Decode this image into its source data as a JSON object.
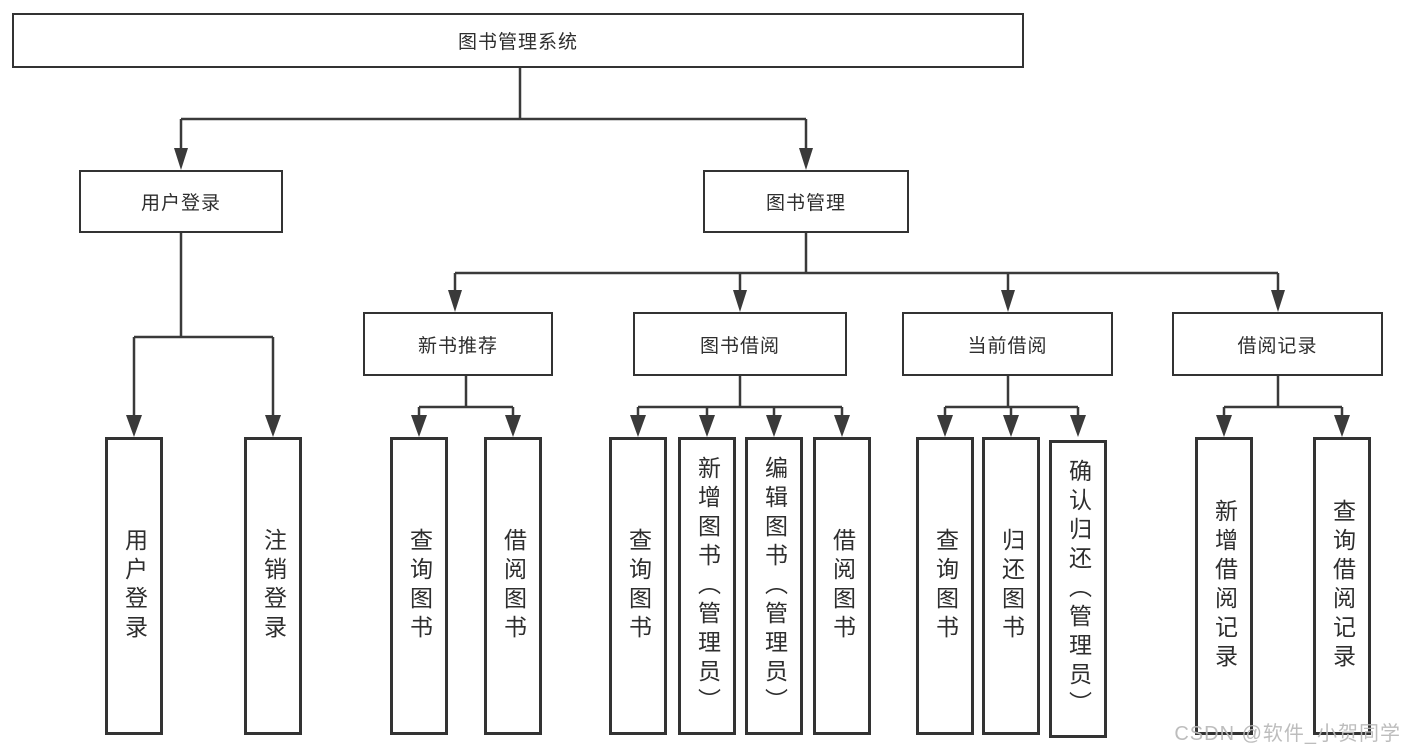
{
  "colors": {
    "line": "#3a3a3a",
    "box_border": "#333333",
    "box_fill": "#ffffff",
    "text": "#2e2e2e",
    "watermark": "#b9b9b9"
  },
  "watermark": {
    "text": "CSDN @软件_小贺同学"
  },
  "tree": {
    "root": {
      "label": "图书管理系统"
    },
    "branches": [
      {
        "label": "用户登录",
        "children": [
          {
            "label": "用户登录"
          },
          {
            "label": "注销登录"
          }
        ]
      },
      {
        "label": "图书管理",
        "children": [
          {
            "label": "新书推荐",
            "children": [
              {
                "label": "查询图书"
              },
              {
                "label": "借阅图书"
              }
            ]
          },
          {
            "label": "图书借阅",
            "children": [
              {
                "label": "查询图书"
              },
              {
                "label": "新增图书（管理员）"
              },
              {
                "label": "编辑图书（管理员）"
              },
              {
                "label": "借阅图书"
              }
            ]
          },
          {
            "label": "当前借阅",
            "children": [
              {
                "label": "查询图书"
              },
              {
                "label": "归还图书"
              },
              {
                "label": "确认归还（管理员）"
              }
            ]
          },
          {
            "label": "借阅记录",
            "children": [
              {
                "label": "新增借阅记录"
              },
              {
                "label": "查询借阅记录"
              }
            ]
          }
        ]
      }
    ]
  }
}
